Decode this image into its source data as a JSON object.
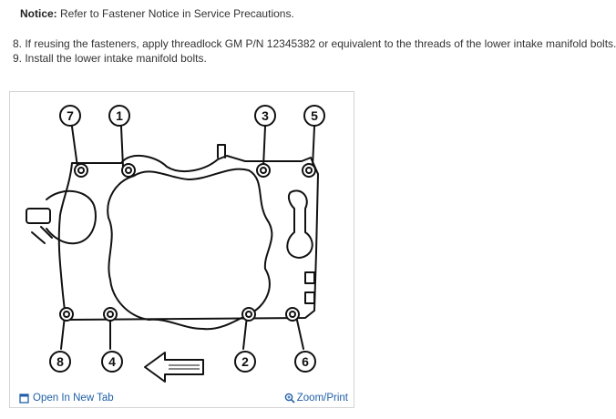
{
  "notice": {
    "label": "Notice:",
    "text": " Refer to Fastener Notice in Service Precautions."
  },
  "steps": [
    "8. If reusing the fasteners, apply threadlock GM P/N 12345382 or equivalent to the threads of the lower intake manifold bolts.",
    "9. Install the lower intake manifold bolts."
  ],
  "figure": {
    "bolt_numbers": [
      "7",
      "1",
      "3",
      "5",
      "8",
      "4",
      "2",
      "6"
    ],
    "open_link": "Open In New Tab",
    "zoom_link": "Zoom/Print"
  },
  "colors": {
    "link": "#1f5fa8",
    "border": "#d4d4d4",
    "text": "#333333"
  }
}
